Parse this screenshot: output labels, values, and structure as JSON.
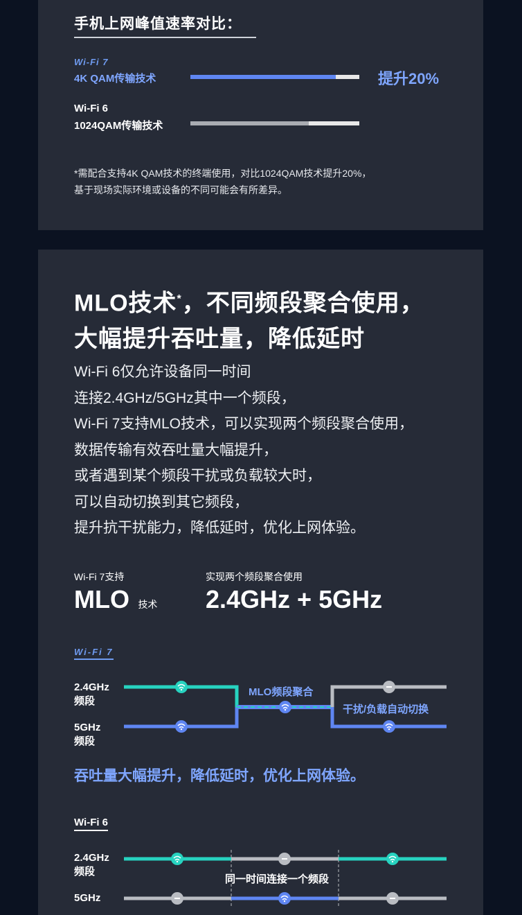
{
  "compare": {
    "title": "手机上网峰值速率对比：",
    "wifi7_logo": "Wi-Fi 7",
    "wifi7_tech": "4K QAM传输技术",
    "wifi6_logo": "Wi-Fi 6",
    "wifi6_tech": "1024QAM传输技术",
    "boost": "提升20%",
    "wifi7_level": 0.86,
    "wifi6_level": 0.7,
    "note_line1": "*需配合支持4K QAM技术的终端使用，对比1024QAM技术提升20%，",
    "note_line2": "基于现场实际环境或设备的不同可能会有所差异。"
  },
  "mlo": {
    "heading_line1": "MLO技术",
    "heading_star": "*",
    "heading_line1_rest": "，不同频段聚合使用，",
    "heading_line2": "大幅提升吞吐量，降低延时",
    "paragraph": [
      "Wi-Fi 6仅允许设备同一时间",
      "连接2.4GHz/5GHz其中一个频段，",
      "Wi-Fi 7支持MLO技术，可以实现两个频段聚合使用，",
      "数据传输有效吞吐量大幅提升，",
      "或者遇到某个频段干扰或负载较大时，",
      "可以自动切换到其它频段，",
      "提升抗干扰能力，降低延时，优化上网体验。"
    ],
    "support_label": "Wi-Fi 7支持",
    "mlo_big": "MLO",
    "mlo_small": "技术",
    "combo_label": "实现两个频段聚合使用",
    "combo_big": "2.4GHz + 5GHz"
  },
  "diagram7": {
    "logo": "Wi-Fi 7",
    "band24": [
      "2.4GHz",
      "频段"
    ],
    "band5": [
      "5GHz",
      "频段"
    ],
    "aggregate_label": "MLO频段聚合",
    "switch_label": "干扰/负载自动切换",
    "caption": "吞吐量大幅提升，降低延时，优化上网体验。"
  },
  "diagram6": {
    "logo": "Wi-Fi 6",
    "band24": [
      "2.4GHz",
      "频段"
    ],
    "band5": [
      "5GHz"
    ],
    "single_label": "同一时间连接一个频段"
  },
  "colors": {
    "teal": "#27d3c0",
    "blue": "#5f86f2",
    "gray": "#b9bcc2",
    "accent_text": "#7fa6ff"
  }
}
